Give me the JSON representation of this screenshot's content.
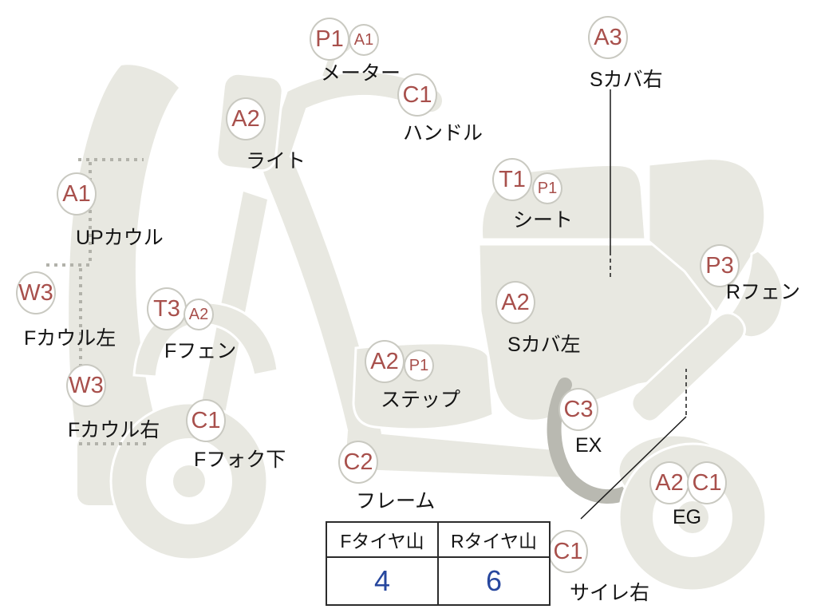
{
  "diagram_title": "scooter-condition-grade-diagram",
  "colors": {
    "grade_text": "#a8504c",
    "body_fill": "#e8e8e1",
    "pipe_fill": "#b9b9b1",
    "tire_value_text": "#27479e",
    "label_text": "#141414"
  },
  "labels": [
    {
      "grade": "P1",
      "sub": "A1",
      "name": "メーター"
    },
    {
      "grade": "C1",
      "name": "ハンドル"
    },
    {
      "grade": "A2",
      "name": "ライト"
    },
    {
      "grade": "A3",
      "name": "Sカバ右"
    },
    {
      "grade": "T1",
      "sub": "P1",
      "name": "シート"
    },
    {
      "grade": "A1",
      "name": "UPカウル"
    },
    {
      "grade": "P3",
      "name": "Rフェン"
    },
    {
      "grade": "W3",
      "name": "Fカウル左"
    },
    {
      "grade": "T3",
      "sub": "A2",
      "name": "Fフェン"
    },
    {
      "grade": "A2",
      "name": "Sカバ左"
    },
    {
      "grade": "A2",
      "sub": "P1",
      "name": "ステップ"
    },
    {
      "grade": "W3",
      "name": "Fカウル右"
    },
    {
      "grade": "C1",
      "name": "Fフォク下"
    },
    {
      "grade": "C3",
      "name": "EX"
    },
    {
      "grade": "C2",
      "name": "フレーム"
    },
    {
      "grade": "A2"
    },
    {
      "grade": "C1",
      "name": "EG"
    },
    {
      "grade": "C1",
      "name": "サイレ右"
    }
  ],
  "tire_table": {
    "headers": [
      "Fタイヤ山",
      "Rタイヤ山"
    ],
    "values": [
      "4",
      "6"
    ]
  }
}
